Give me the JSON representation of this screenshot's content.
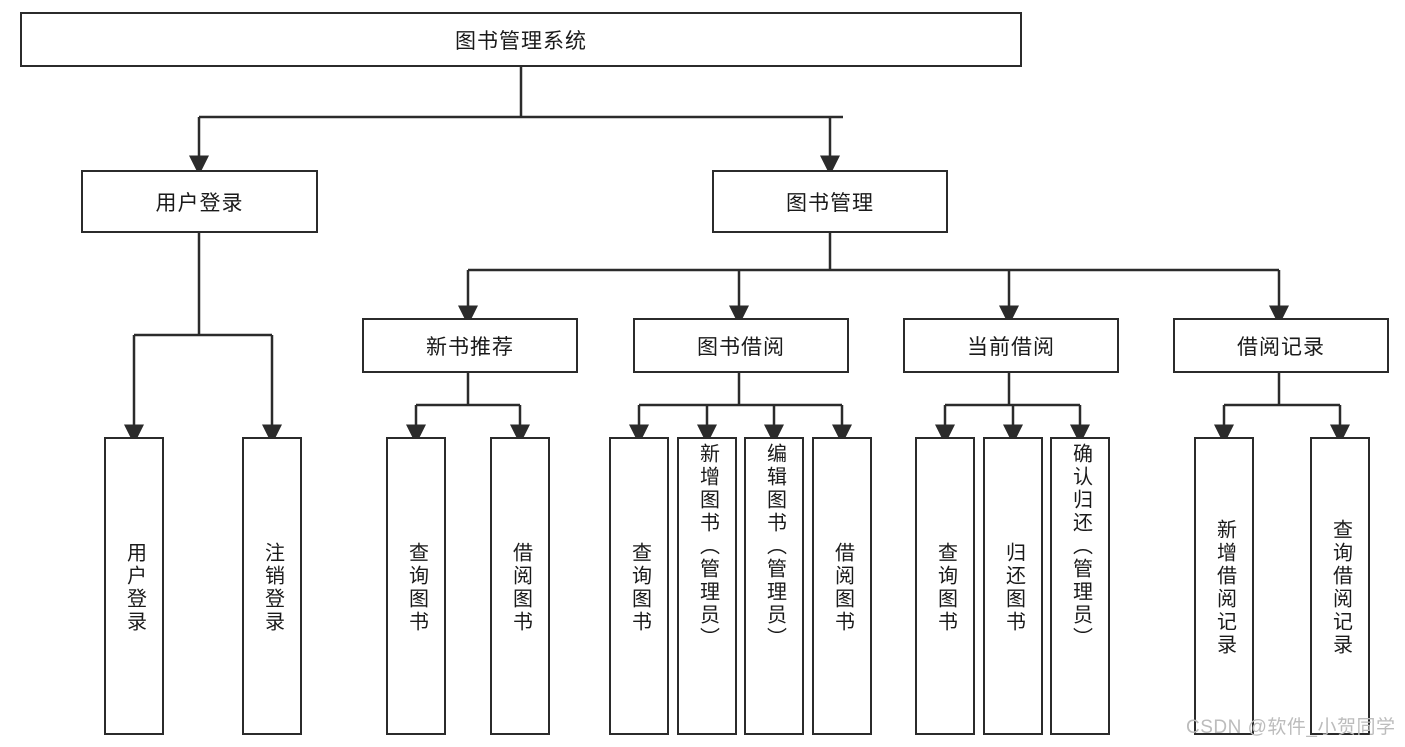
{
  "diagram": {
    "type": "tree-hierarchy",
    "title": "图书管理系统",
    "root": {
      "label": "图书管理系统"
    },
    "level2": [
      {
        "id": "user-login",
        "label": "用户登录"
      },
      {
        "id": "book-management",
        "label": "图书管理"
      }
    ],
    "level3": [
      {
        "id": "new-book-recommend",
        "label": "新书推荐",
        "parent": "book-management"
      },
      {
        "id": "book-borrow",
        "label": "图书借阅",
        "parent": "book-management"
      },
      {
        "id": "current-borrow",
        "label": "当前借阅",
        "parent": "book-management"
      },
      {
        "id": "borrow-record",
        "label": "借阅记录",
        "parent": "book-management"
      }
    ],
    "leaves": [
      {
        "id": "leaf-user-login",
        "label": "用户登录",
        "parent": "user-login"
      },
      {
        "id": "leaf-logout-login",
        "label": "注销登录",
        "parent": "user-login"
      },
      {
        "id": "leaf-query-book-1",
        "label": "查询图书",
        "parent": "new-book-recommend"
      },
      {
        "id": "leaf-borrow-book-1",
        "label": "借阅图书",
        "parent": "new-book-recommend"
      },
      {
        "id": "leaf-query-book-2",
        "label": "查询图书",
        "parent": "book-borrow"
      },
      {
        "id": "leaf-add-book",
        "label": "新增图书（管理员）",
        "parent": "book-borrow"
      },
      {
        "id": "leaf-edit-book",
        "label": "编辑图书（管理员）",
        "parent": "book-borrow"
      },
      {
        "id": "leaf-borrow-book-2",
        "label": "借阅图书",
        "parent": "book-borrow"
      },
      {
        "id": "leaf-query-book-3",
        "label": "查询图书",
        "parent": "current-borrow"
      },
      {
        "id": "leaf-return-book",
        "label": "归还图书",
        "parent": "current-borrow"
      },
      {
        "id": "leaf-confirm-return",
        "label": "确认归还（管理员）",
        "parent": "current-borrow"
      },
      {
        "id": "leaf-add-record",
        "label": "新增借阅记录",
        "parent": "borrow-record"
      },
      {
        "id": "leaf-query-record",
        "label": "查询借阅记录",
        "parent": "borrow-record"
      }
    ],
    "watermark": "CSDN @软件_小贺同学",
    "colors": {
      "stroke": "#2b2b2b",
      "background": "#ffffff",
      "text": "#1a1a1a",
      "watermark": "#bcbcbc"
    }
  }
}
